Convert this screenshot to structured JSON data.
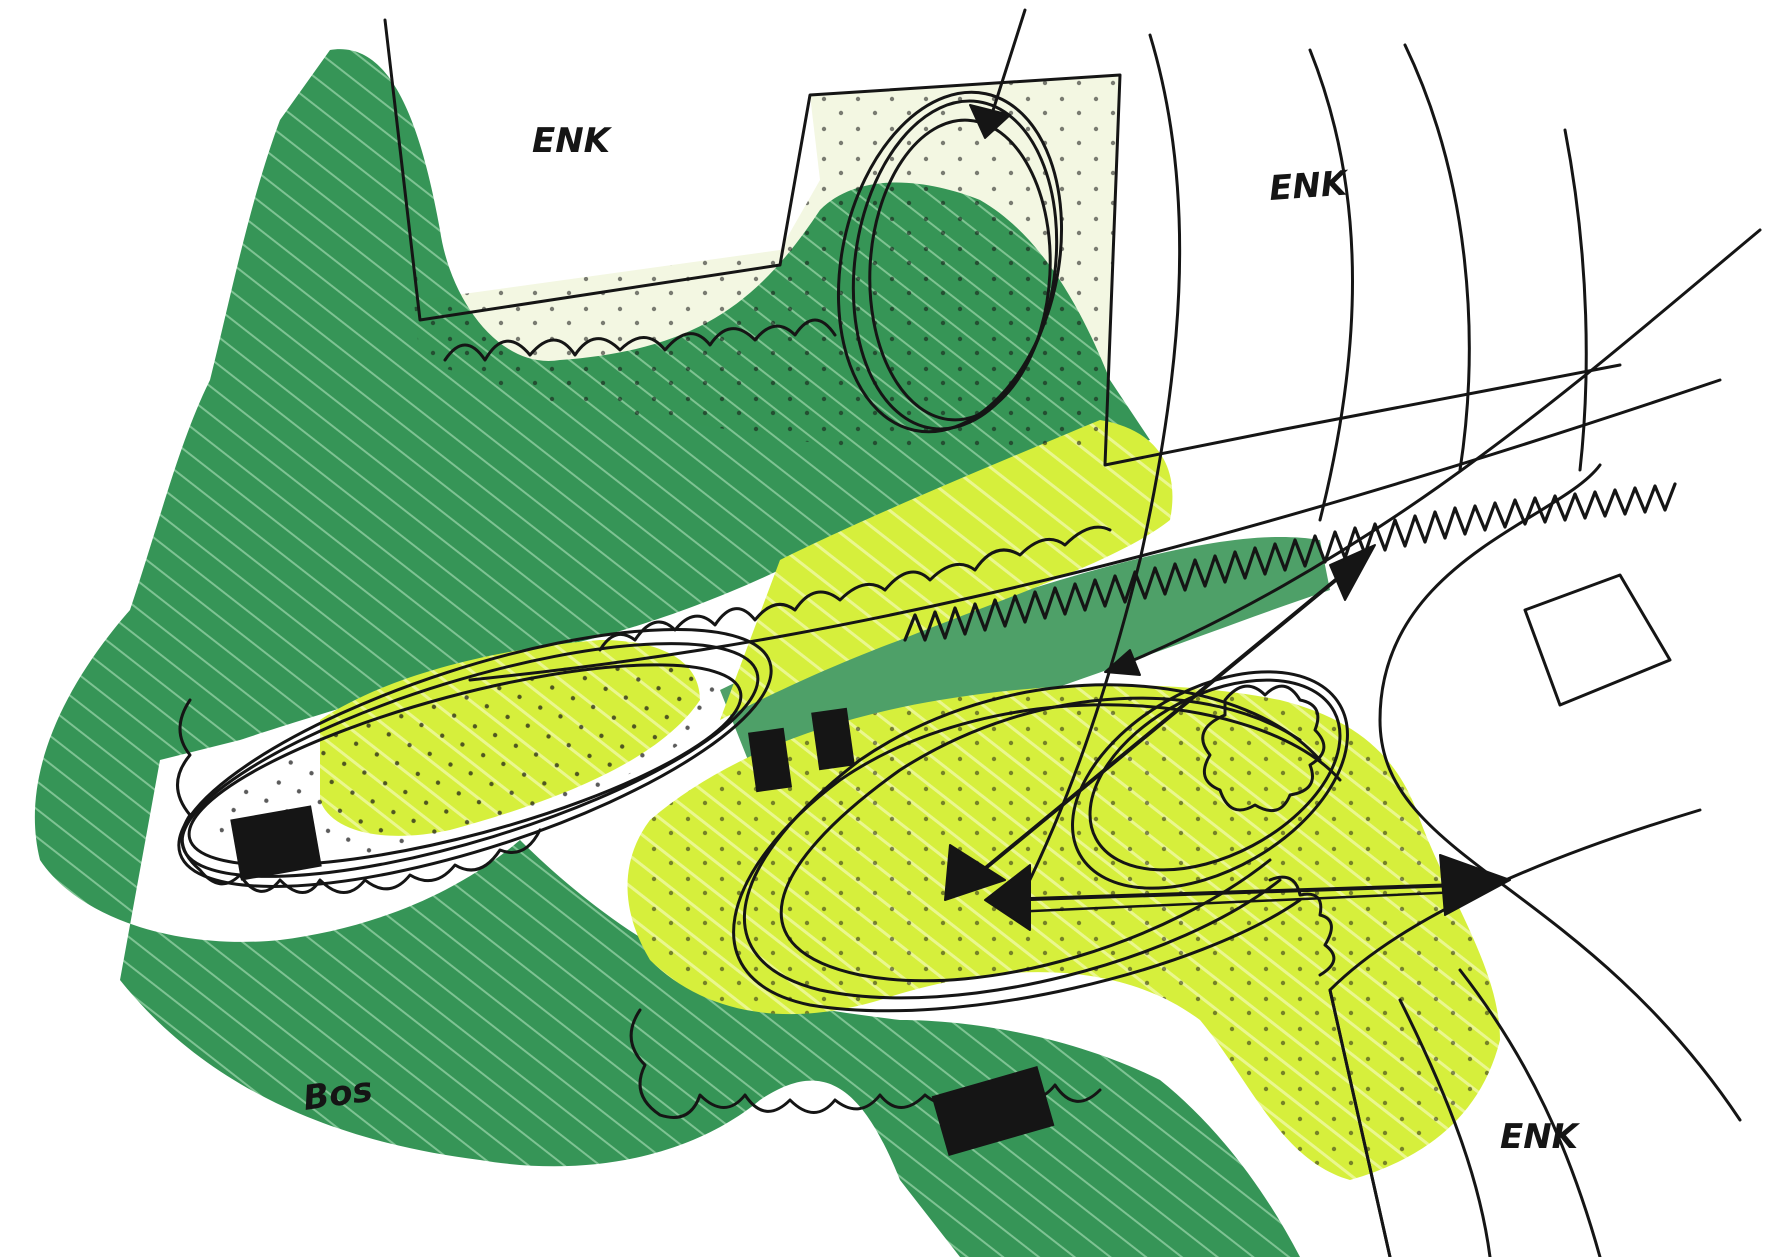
{
  "labels": {
    "enk_top_left": "ENK",
    "enk_top_right": "ENK",
    "enk_bottom_right": "ENK",
    "bos": "Bos"
  },
  "colors": {
    "paper": "#ffffff",
    "dark_green": "#2e9150",
    "mid_green": "#3fa35b",
    "light_green": "#d6ef3c",
    "pale_cream": "#f3f7e2",
    "ink": "#151515"
  }
}
